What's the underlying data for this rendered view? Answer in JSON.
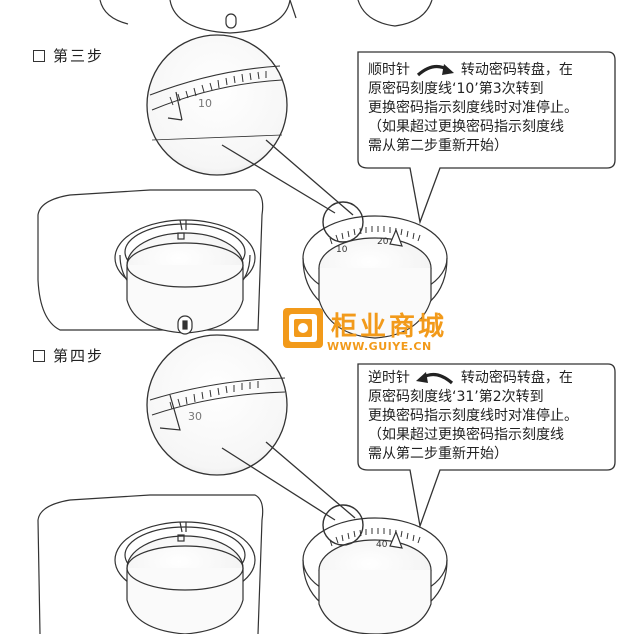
{
  "steps": [
    {
      "heading": "第三步",
      "lines": [
        {
          "pre": "顺时针",
          "post": "转动密码转盘，在"
        },
        {
          "text": "原密码刻度线‘10’第3次转到"
        },
        {
          "text": "更换密码指示刻度线时对准停止。"
        },
        {
          "text": "（如果超过更换密码指示刻度线"
        },
        {
          "text": "需从第二步重新开始）"
        }
      ],
      "arrow_direction": "clockwise",
      "zoom_number": "10",
      "dial_numbers": [
        "10",
        "20"
      ]
    },
    {
      "heading": "第四步",
      "lines": [
        {
          "pre": "逆时针",
          "post": "转动密码转盘，在"
        },
        {
          "text": "原密码刻度线‘31’第2次转到"
        },
        {
          "text": "更换密码指示刻度线时对准停止。"
        },
        {
          "text": "（如果超过更换密码指示刻度线"
        },
        {
          "text": "需从第二步重新开始）"
        }
      ],
      "arrow_direction": "counterclockwise",
      "zoom_number": "30",
      "dial_numbers": [
        "40"
      ]
    }
  ],
  "watermark": {
    "name": "柜业商城",
    "url": "WWW.GUIYE.CN",
    "color": "#f29a1a"
  }
}
